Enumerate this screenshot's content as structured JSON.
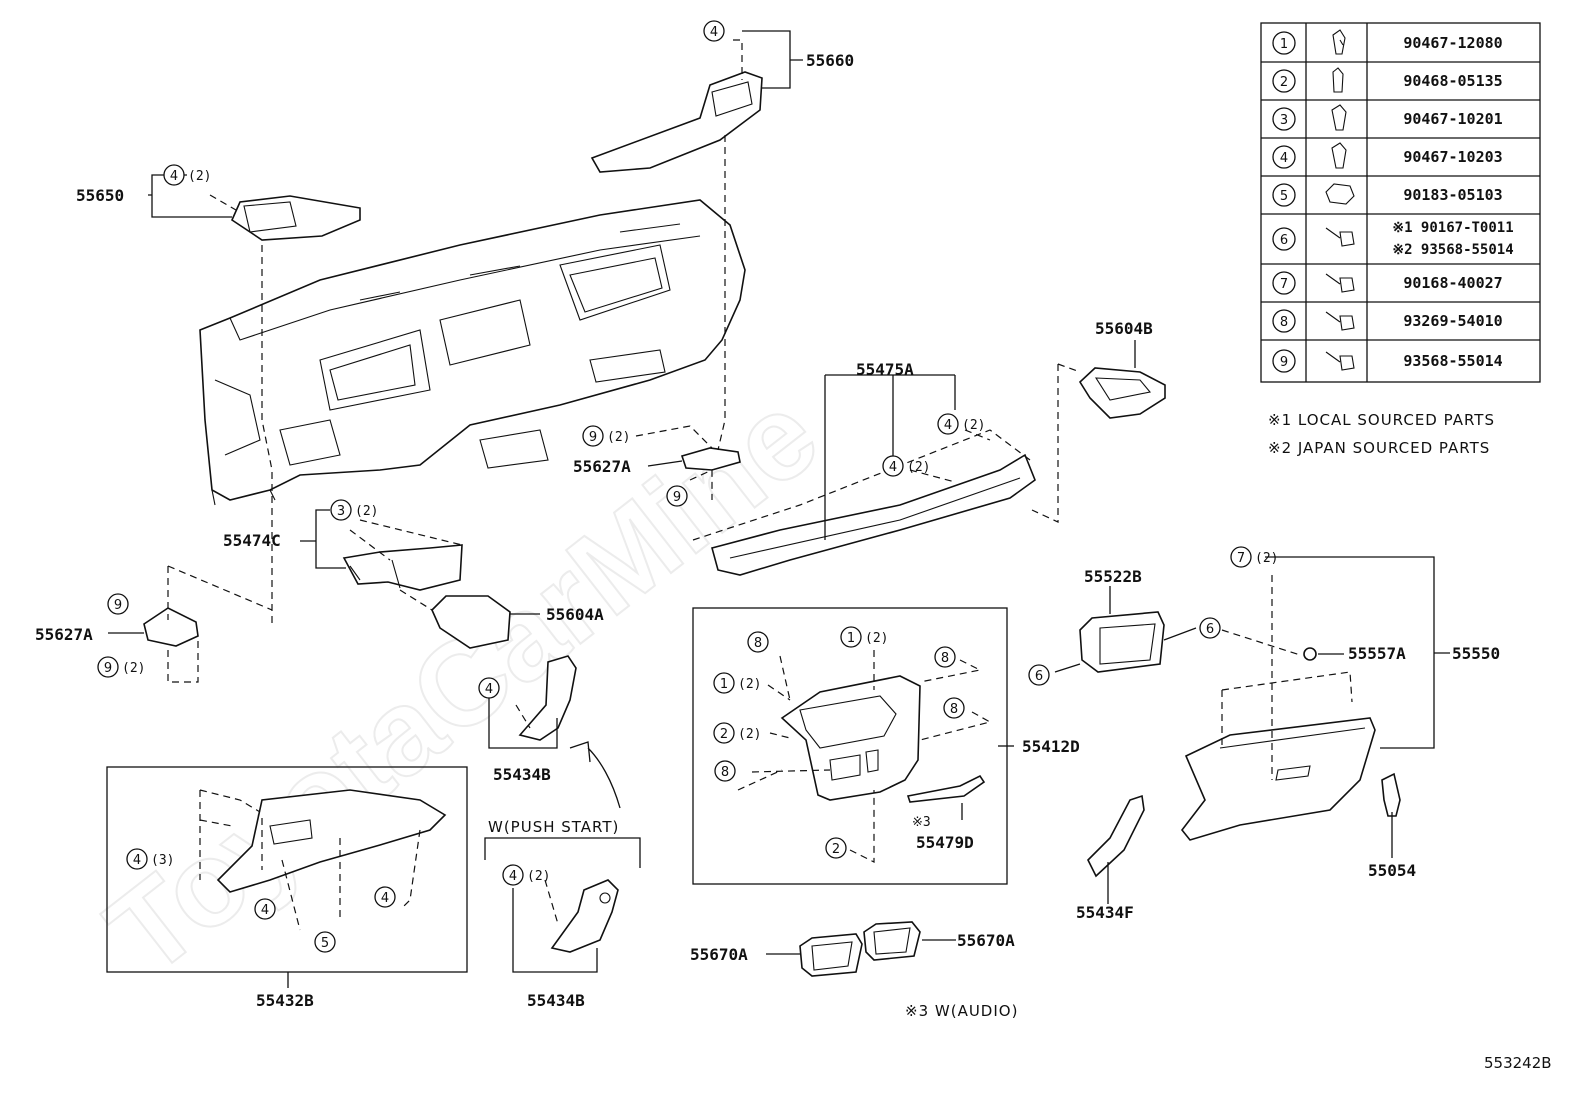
{
  "watermark": "ToyotaCarMine",
  "diagram_ref": "553242B",
  "labels": {
    "p55660": "55660",
    "p55650": "55650",
    "p55604B": "55604B",
    "p55475A": "55475A",
    "p55627A_r": "55627A",
    "p55474C": "55474C",
    "p55627A_l": "55627A",
    "p55604A": "55604A",
    "p55522B": "55522B",
    "p55557A": "55557A",
    "p55550": "55550",
    "p55412D": "55412D",
    "p55434B_a": "55434B",
    "p55479D": "55479D",
    "p55432B": "55432B",
    "p55434B_b": "55434B",
    "p55434F": "55434F",
    "p55054": "55054",
    "p55670A_l": "55670A",
    "p55670A_r": "55670A",
    "push_start": "W(PUSH START)",
    "mark3": "※3",
    "audio_note": "※3 W(AUDIO)"
  },
  "callouts": {
    "c1": "4",
    "c2": "4",
    "q2": "(2)",
    "c3": "9",
    "q3": "(2)",
    "c4": "9",
    "c5": "4",
    "q5": "(2)",
    "c6": "4",
    "q6": "(2)",
    "c7": "3",
    "q7": "(2)",
    "c8": "9",
    "c9": "9",
    "q9": "(2)",
    "c10": "4",
    "c11": "4",
    "q11": "(2)",
    "c12": "4",
    "q12": "(3)",
    "c13": "4",
    "c14": "4",
    "c15": "5",
    "c16": "8",
    "c17": "1",
    "q17": "(2)",
    "c18": "8",
    "c19": "1",
    "q19": "(2)",
    "c20": "8",
    "c21": "2",
    "q21": "(2)",
    "c22": "8",
    "c23": "2",
    "c24": "6",
    "c25": "6",
    "c26": "7",
    "q26": "(2)"
  },
  "table": {
    "rows": [
      {
        "num": "1",
        "parts": [
          "90467-12080"
        ]
      },
      {
        "num": "2",
        "parts": [
          "90468-05135"
        ]
      },
      {
        "num": "3",
        "parts": [
          "90467-10201"
        ]
      },
      {
        "num": "4",
        "parts": [
          "90467-10203"
        ]
      },
      {
        "num": "5",
        "parts": [
          "90183-05103"
        ]
      },
      {
        "num": "6",
        "parts": [
          "※1 90167-T0011",
          "※2 93568-55014"
        ]
      },
      {
        "num": "7",
        "parts": [
          "90168-40027"
        ]
      },
      {
        "num": "8",
        "parts": [
          "93269-54010"
        ]
      },
      {
        "num": "9",
        "parts": [
          "93568-55014"
        ]
      }
    ],
    "notes": [
      "※1 LOCAL SOURCED PARTS",
      "※2 JAPAN SOURCED PARTS"
    ]
  }
}
